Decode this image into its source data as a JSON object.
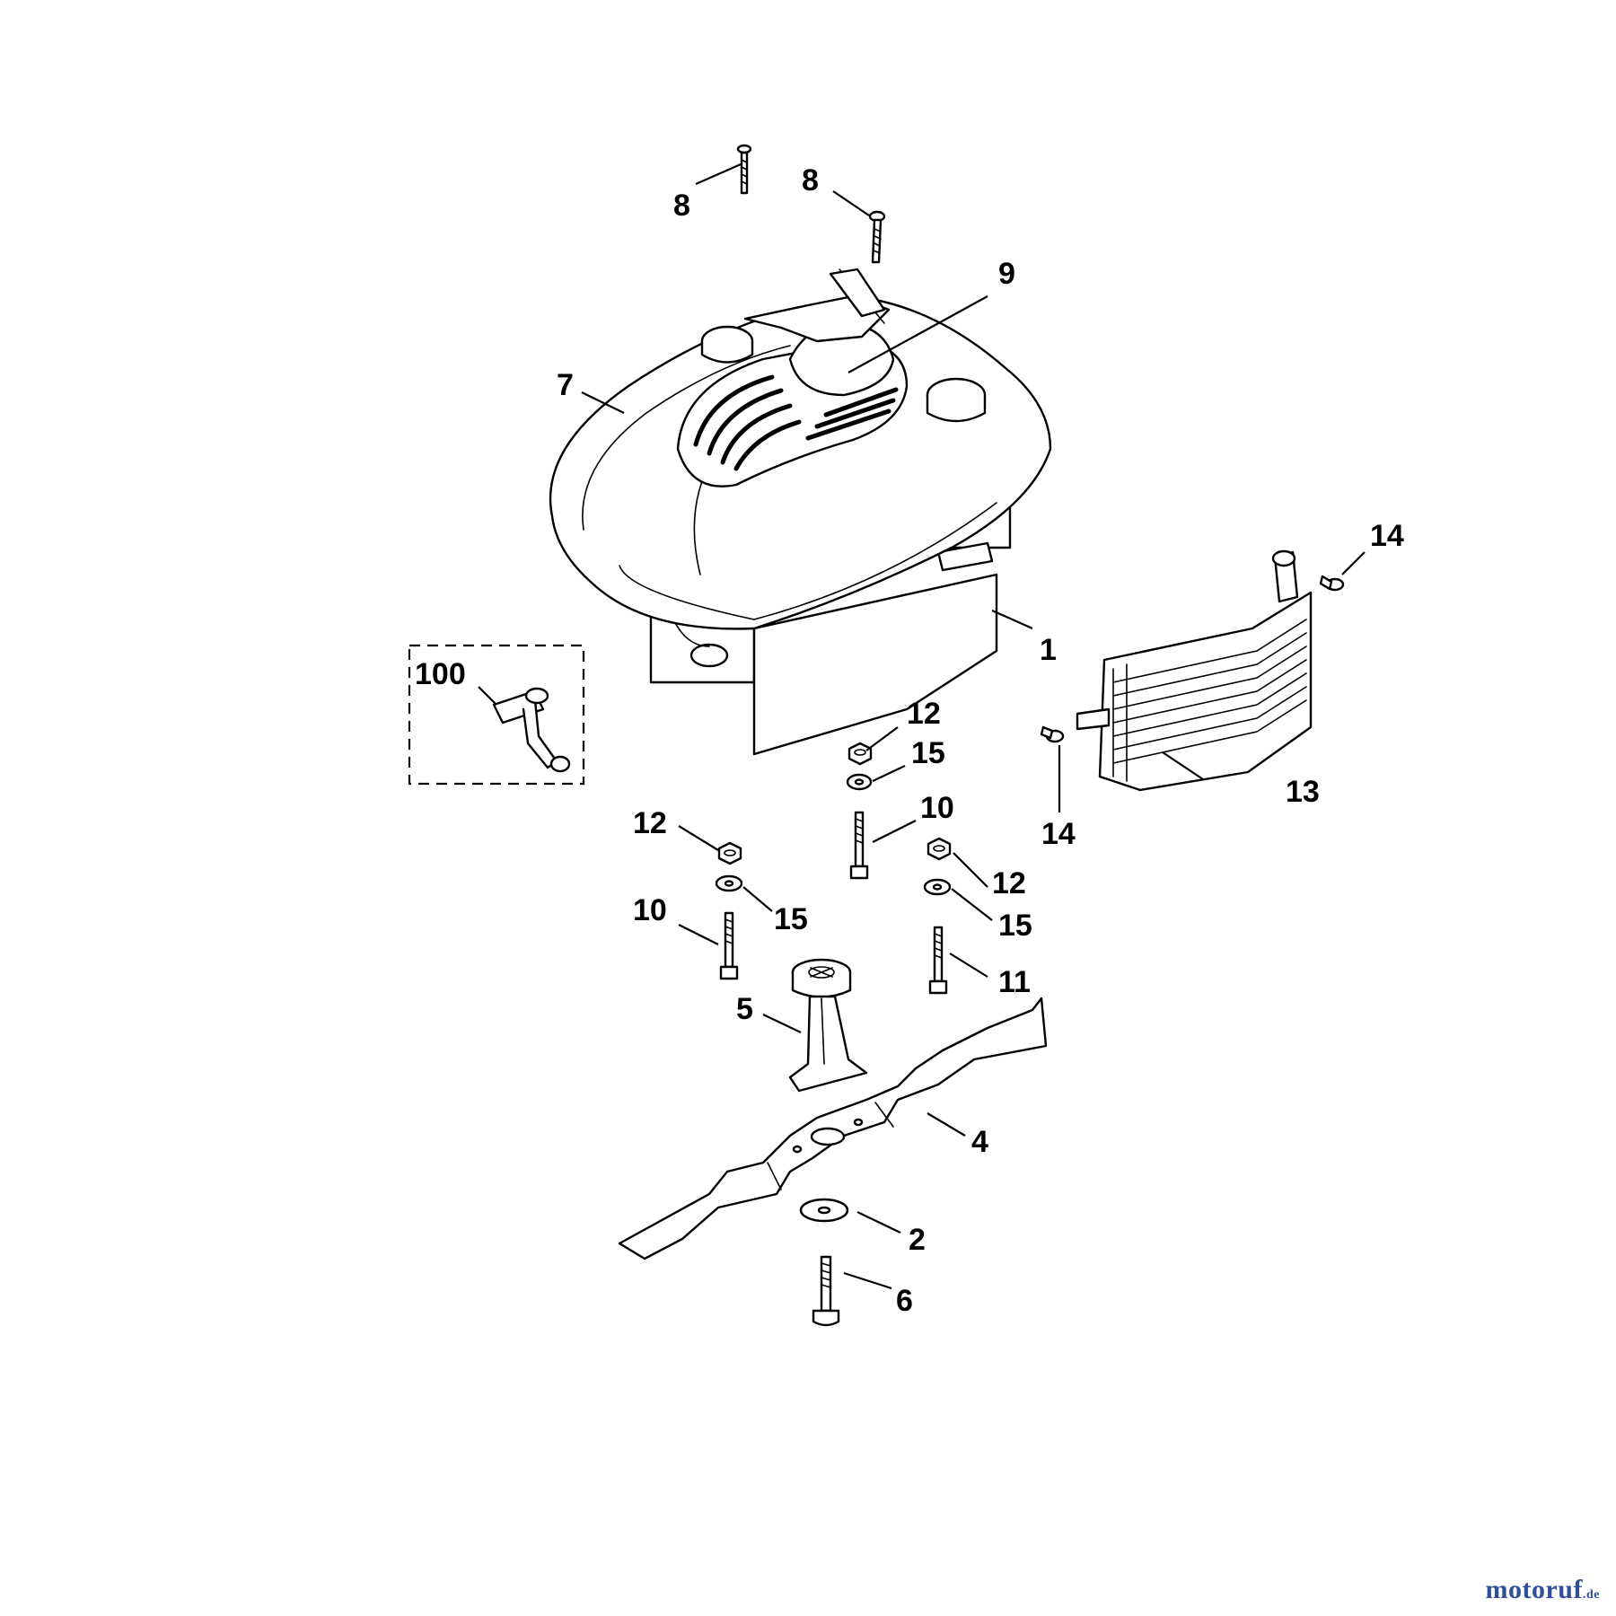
{
  "diagram": {
    "callouts": {
      "c1": "1",
      "c2": "2",
      "c4": "4",
      "c5": "5",
      "c6": "6",
      "c7": "7",
      "c8a": "8",
      "c8b": "8",
      "c9": "9",
      "c10a": "10",
      "c10b": "10",
      "c11": "11",
      "c12a": "12",
      "c12b": "12",
      "c12c": "12",
      "c13": "13",
      "c14a": "14",
      "c14b": "14",
      "c15a": "15",
      "c15b": "15",
      "c15c": "15",
      "c100": "100"
    }
  },
  "watermark": {
    "brand": "motoruf",
    "suffix": ".de"
  }
}
